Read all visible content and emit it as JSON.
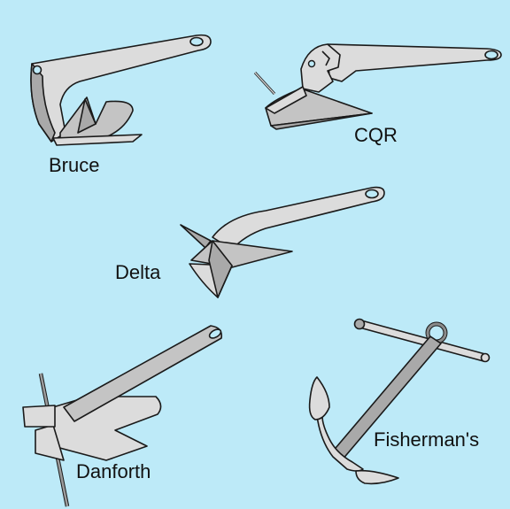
{
  "labels": {
    "bruce": "Bruce",
    "cqr": "CQR",
    "delta": "Delta",
    "danforth": "Danforth",
    "fisherman": "Fisherman's"
  },
  "colors": {
    "background": "#bdeaf8",
    "metal_light": "#dcdcdc",
    "metal_mid": "#c4c4c4",
    "metal_dark": "#a9a9a9",
    "outline": "#1a1a1a"
  }
}
